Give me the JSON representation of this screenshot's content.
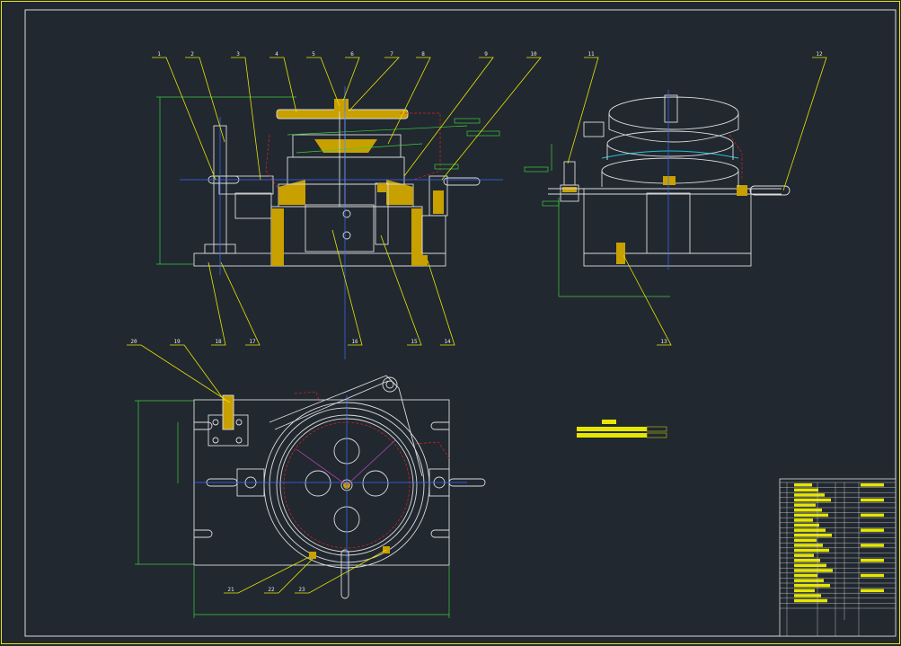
{
  "colors": {
    "background": "#212830",
    "frame": "#e6e600",
    "outline": "#dcdcdc",
    "leader": "#e6e600",
    "dimension": "#3ccf3c",
    "hidden": "#e02020",
    "centerline": "#3a6bff",
    "highlight": "#22c3dd"
  },
  "part_labels": [
    "1",
    "2",
    "3",
    "4",
    "5",
    "6",
    "7",
    "8",
    "9",
    "10",
    "11",
    "12",
    "13",
    "14",
    "15",
    "16",
    "17",
    "18",
    "19",
    "20",
    "21",
    "22",
    "23"
  ]
}
